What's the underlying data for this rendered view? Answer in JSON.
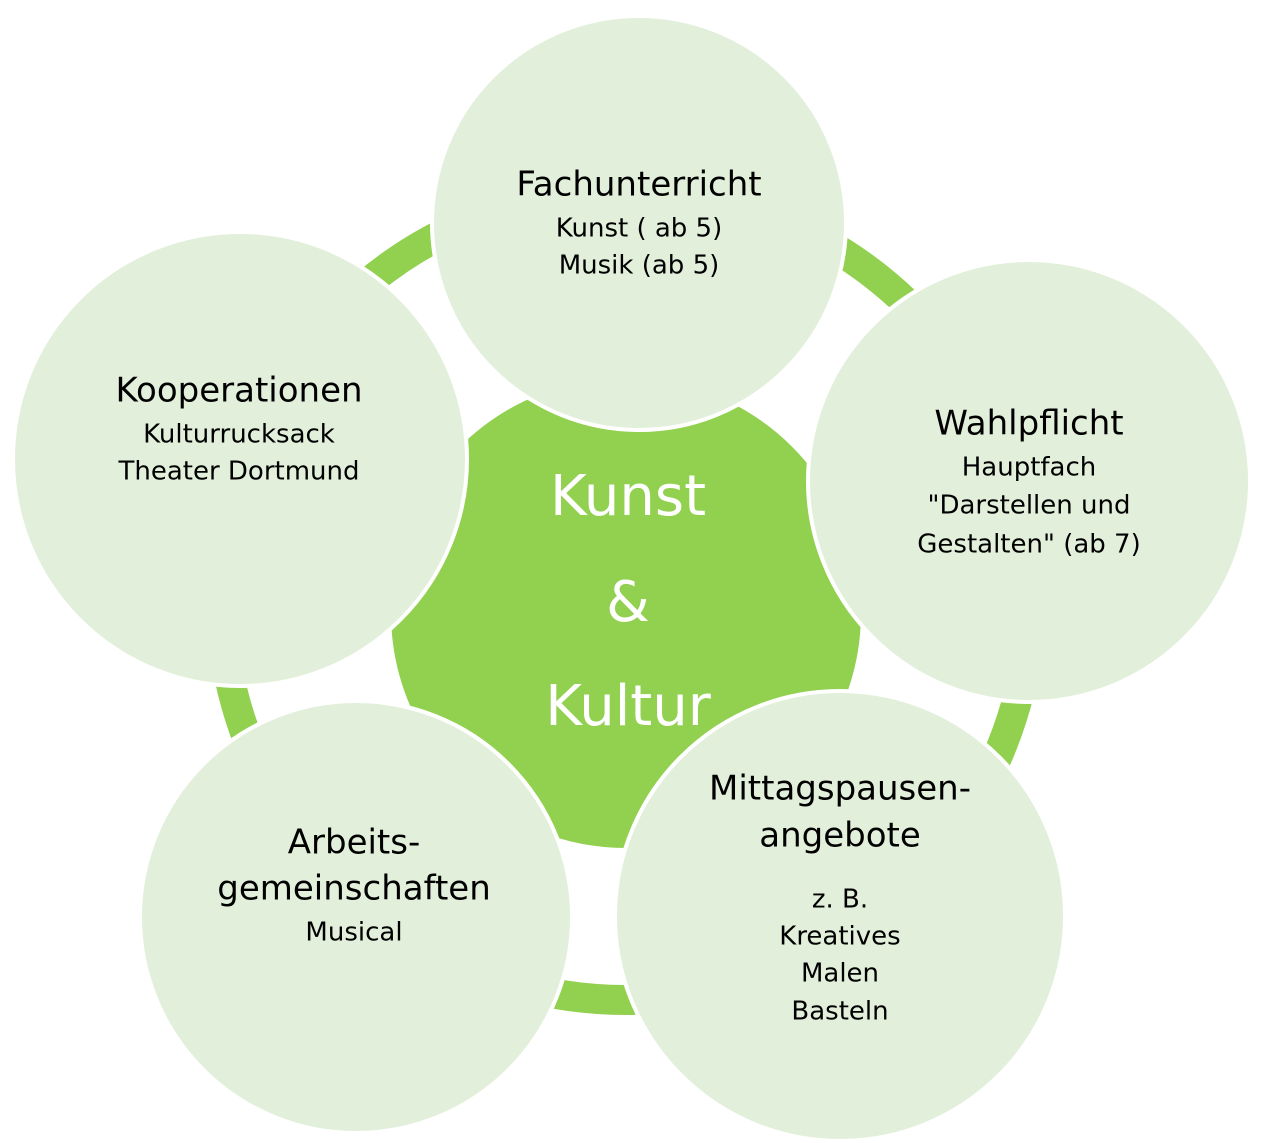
{
  "colors": {
    "ring": "#92d050",
    "center_fill": "#92d050",
    "node_fill": "#e2efda",
    "center_text": "#ffffff",
    "node_text": "#000000"
  },
  "center": {
    "lines": [
      "Kunst",
      "&",
      "Kultur"
    ]
  },
  "nodes": [
    {
      "id": "fachunterricht",
      "title": [
        "Fachunterricht"
      ],
      "details": [
        "Kunst ( ab 5)",
        "Musik (ab 5)"
      ]
    },
    {
      "id": "wahlpflicht",
      "title": [
        "Wahlpflicht"
      ],
      "details": [
        "Hauptfach",
        "\"Darstellen und",
        "Gestalten\" (ab 7)"
      ]
    },
    {
      "id": "mittagspausenangebote",
      "title": [
        "Mittagspausen-",
        "angebote"
      ],
      "details": [
        "z. B.",
        "Kreatives",
        "Malen",
        "Basteln"
      ]
    },
    {
      "id": "arbeitsgemeinschaften",
      "title": [
        "Arbeits-",
        "gemeinschaften"
      ],
      "details": [
        "Musical"
      ]
    },
    {
      "id": "kooperationen",
      "title": [
        "Kooperationen"
      ],
      "details": [
        "Kulturrucksack",
        "Theater Dortmund"
      ]
    }
  ]
}
